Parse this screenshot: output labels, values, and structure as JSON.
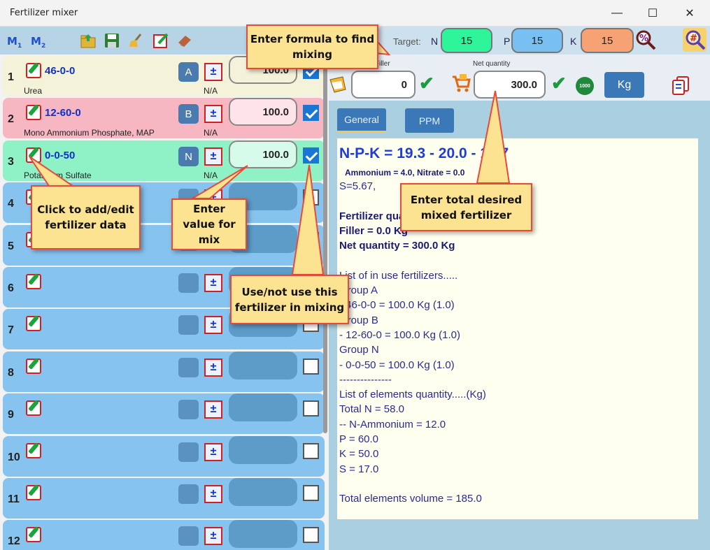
{
  "window": {
    "title": "Fertilizer mixer",
    "minimize": "—",
    "maximize": "☐",
    "close": "✕"
  },
  "toolbar": {
    "m1": "M",
    "m1_sub": "1",
    "m2": "M",
    "m2_sub": "2",
    "target_label": "Target:",
    "n_label": "N",
    "n_value": "15",
    "p_label": "P",
    "p_value": "15",
    "k_label": "K",
    "k_value": "15",
    "percent_search": "%",
    "hash_search": "#"
  },
  "inputs": {
    "filler_label": "Filler",
    "filler_value": "0",
    "net_label": "Net quantity",
    "net_value": "300.0",
    "thousand_label": "1000",
    "unit_label": "Kg"
  },
  "tabs": [
    {
      "label": "General"
    },
    {
      "label": "PPM"
    }
  ],
  "report": {
    "npk": "N-P-K = 19.3 - 20.0 - 16.7",
    "ammonium": "Ammonium = 4.0, Nitrate = 0.0",
    "sulfur": "S=5.67,",
    "fert_qty": "Fertilizer quantity = 300.0 Kg",
    "filler": "Filler = 0.0 Kg",
    "net": "Net quantity = 300.0 Kg",
    "lines": [
      "List of in use fertilizers.....",
      "Group A",
      "- 46-0-0 = 100.0 Kg (1.0)",
      "Group B",
      "- 12-60-0 = 100.0 Kg (1.0)",
      "Group N",
      "- 0-0-50 = 100.0 Kg (1.0)",
      "---------------",
      "List of elements quantity.....(Kg)",
      "Total N = 58.0",
      "-- N-Ammonium = 12.0",
      "P = 60.0",
      "K = 50.0",
      "S = 17.0",
      "",
      "Total elements volume = 185.0"
    ]
  },
  "rows": [
    {
      "num": "1",
      "name": "46-0-0",
      "desc": "Urea",
      "na": "N/A",
      "group": "A",
      "qty": "100.0",
      "checked": true,
      "color": "#f5f2da",
      "qtybg": "#f5f2da"
    },
    {
      "num": "2",
      "name": "12-60-0",
      "desc": "Mono Ammonium Phosphate, MAP",
      "na": "N/A",
      "group": "B",
      "qty": "100.0",
      "checked": true,
      "color": "#f6b6c2",
      "qtybg": "#ffe3ea"
    },
    {
      "num": "3",
      "name": "0-0-50",
      "desc": "Potassium Sulfate",
      "na": "N/A",
      "group": "N",
      "qty": "100.0",
      "checked": true,
      "color": "#8ff2c6",
      "qtybg": "#d6fbeb"
    },
    {
      "num": "4",
      "name": "",
      "desc": "",
      "na": "",
      "group": "",
      "qty": "",
      "checked": false,
      "color": "#86c3ef",
      "qtybg": "#5d9cc9"
    },
    {
      "num": "5",
      "name": "",
      "desc": "",
      "na": "",
      "group": "",
      "qty": "",
      "checked": false,
      "color": "#86c3ef",
      "qtybg": "#5d9cc9"
    },
    {
      "num": "6",
      "name": "",
      "desc": "",
      "na": "",
      "group": "",
      "qty": "",
      "checked": false,
      "color": "#86c3ef",
      "qtybg": "#5d9cc9"
    },
    {
      "num": "7",
      "name": "",
      "desc": "",
      "na": "",
      "group": "",
      "qty": "",
      "checked": false,
      "color": "#86c3ef",
      "qtybg": "#5d9cc9"
    },
    {
      "num": "8",
      "name": "",
      "desc": "",
      "na": "",
      "group": "",
      "qty": "",
      "checked": false,
      "color": "#86c3ef",
      "qtybg": "#5d9cc9"
    },
    {
      "num": "9",
      "name": "",
      "desc": "",
      "na": "",
      "group": "",
      "qty": "",
      "checked": false,
      "color": "#86c3ef",
      "qtybg": "#5d9cc9"
    },
    {
      "num": "10",
      "name": "",
      "desc": "",
      "na": "",
      "group": "",
      "qty": "",
      "checked": false,
      "color": "#86c3ef",
      "qtybg": "#5d9cc9"
    },
    {
      "num": "11",
      "name": "",
      "desc": "",
      "na": "",
      "group": "",
      "qty": "",
      "checked": false,
      "color": "#86c3ef",
      "qtybg": "#5d9cc9"
    },
    {
      "num": "12",
      "name": "",
      "desc": "",
      "na": "",
      "group": "",
      "qty": "",
      "checked": false,
      "color": "#86c3ef",
      "qtybg": "#5d9cc9"
    }
  ],
  "callouts": {
    "formula": "Enter formula to find\nmixing",
    "edit": "Click to add/edit\nfertilizer data",
    "value": "Enter\nvalue for\nmix",
    "use": "Use/not use this\nfertilizer in mixing",
    "total": "Enter total desired\nmixed fertilizer"
  },
  "colors": {
    "n_box": "#2ff59a",
    "p_box": "#78bff2",
    "k_box": "#f7a274",
    "accent": "#3a78b8",
    "callout": "#fbe392"
  }
}
